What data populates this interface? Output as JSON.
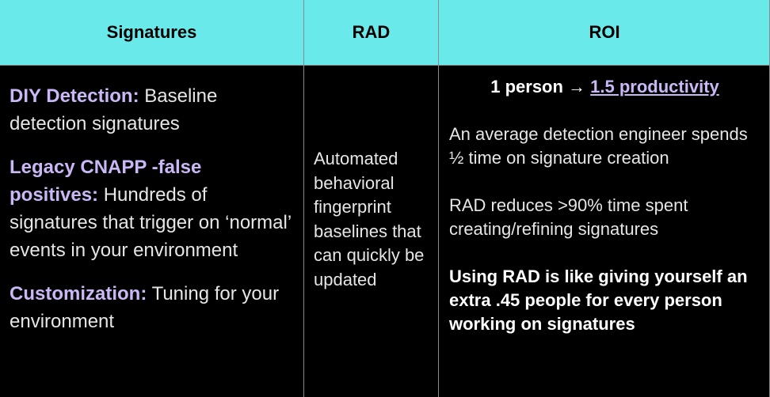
{
  "headers": {
    "signatures": "Signatures",
    "rad": "RAD",
    "roi": "ROI"
  },
  "signatures": {
    "items": [
      {
        "label": "DIY Detection:",
        "text": " Baseline detection signatures"
      },
      {
        "label": "Legacy CNAPP -false positives:",
        "text": " Hundreds of signatures that trigger on ‘normal’ events in your environment"
      },
      {
        "label": "Customization:",
        "text": " Tuning for your environment"
      }
    ]
  },
  "rad": {
    "text": "Automated behavioral fingerprint baselines that can quickly be updated"
  },
  "roi": {
    "headline_prefix": "1 person → ",
    "headline_link": "1.5 productivity",
    "para1": "An average detection engineer spends ½ time on signature creation",
    "para2": "RAD reduces >90% time spent creating/refining signatures",
    "para3": "Using RAD is like giving yourself an extra .45 people for every person working on signatures"
  },
  "colors": {
    "header_bg": "#6ae9ea",
    "label_accent": "#c9b8f5",
    "body_bg": "#000000",
    "grid": "#8a8a8a"
  }
}
